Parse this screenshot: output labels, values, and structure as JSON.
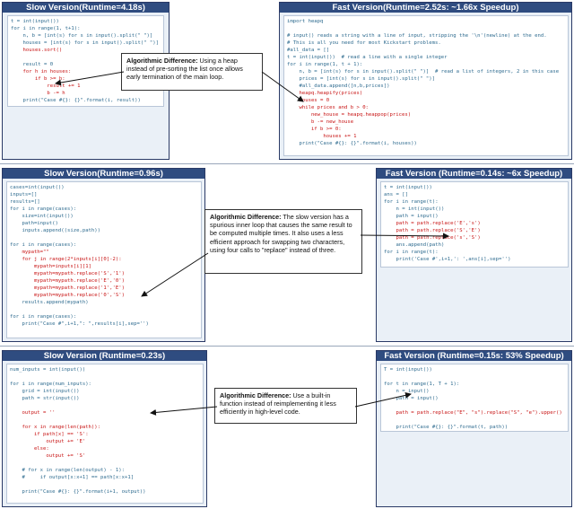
{
  "row1": {
    "slow": {
      "title": "Slow Version(Runtime=4.18s)",
      "lines": [
        {
          "t": "t = int(input())",
          "h": false
        },
        {
          "t": "for i in range(1, t+1):",
          "h": false
        },
        {
          "t": "    n, b = [int(s) for s in input().split(\" \")]",
          "h": false
        },
        {
          "t": "    houses = [int(s) for s in input().split(\" \")]",
          "h": false
        },
        {
          "t": "    houses.sort()",
          "h": true
        },
        {
          "t": "",
          "h": false
        },
        {
          "t": "    result = 0",
          "h": false
        },
        {
          "t": "    for h in houses:",
          "h": true
        },
        {
          "t": "        if b >= h:",
          "h": true
        },
        {
          "t": "            result += 1",
          "h": true
        },
        {
          "t": "            b -= h",
          "h": true
        },
        {
          "t": "    print(\"Case #{}: {}\".format(i, result))",
          "h": false
        }
      ]
    },
    "fast": {
      "title": "Fast Version(Runtime=2.52s: ~1.66x Speedup)",
      "lines": [
        {
          "t": "import heapq",
          "h": false
        },
        {
          "t": "",
          "h": false
        },
        {
          "t": "# input() reads a string with a line of input, stripping the '\\n'(newline) at the end.",
          "h": false
        },
        {
          "t": "# This is all you need for most Kickstart problems.",
          "h": false
        },
        {
          "t": "#all_data = []",
          "h": false
        },
        {
          "t": "t = int(input())  # read a line with a single integer",
          "h": false
        },
        {
          "t": "for i in range(1, t + 1):",
          "h": false
        },
        {
          "t": "    n, b = [int(s) for s in input().split(\" \")]  # read a list of integers, 2 in this case",
          "h": false
        },
        {
          "t": "    prices = [int(s) for s in input().split(\" \")]",
          "h": false
        },
        {
          "t": "    #all_data.append([n,b,prices])",
          "h": false
        },
        {
          "t": "    heapq.heapify(prices)",
          "h": true
        },
        {
          "t": "    houses = 0",
          "h": true
        },
        {
          "t": "    while prices and b > 0:",
          "h": true
        },
        {
          "t": "        new_house = heapq.heappop(prices)",
          "h": true
        },
        {
          "t": "        b -= new_house",
          "h": true
        },
        {
          "t": "        if b >= 0:",
          "h": true
        },
        {
          "t": "            houses += 1",
          "h": true
        },
        {
          "t": "    print(\"Case #{}: {}\".format(i, houses))",
          "h": false
        }
      ]
    },
    "note_label": "Algorithmic Difference:",
    "note_text": " Using a heap instead of pre-sorting the list once allows early termination of the main loop."
  },
  "row2": {
    "slow": {
      "title": "Slow Version(Runtime=0.96s)",
      "lines": [
        {
          "t": "cases=int(input())",
          "h": false
        },
        {
          "t": "inputs=[]",
          "h": false
        },
        {
          "t": "results=[]",
          "h": false
        },
        {
          "t": "for i in range(cases):",
          "h": false
        },
        {
          "t": "    size=int(input())",
          "h": false
        },
        {
          "t": "    path=input()",
          "h": false
        },
        {
          "t": "    inputs.append((size,path))",
          "h": false
        },
        {
          "t": "",
          "h": false
        },
        {
          "t": "for i in range(cases):",
          "h": false
        },
        {
          "t": "    mypath=\"\"",
          "h": true
        },
        {
          "t": "    for j in range(2*inputs[i][0]-2):",
          "h": true
        },
        {
          "t": "        mypath=inputs[i][1]",
          "h": true
        },
        {
          "t": "        mypath=mypath.replace('S','1')",
          "h": true
        },
        {
          "t": "        mypath=mypath.replace('E','0')",
          "h": true
        },
        {
          "t": "        mypath=mypath.replace('1','E')",
          "h": true
        },
        {
          "t": "        mypath=mypath.replace('0','S')",
          "h": true
        },
        {
          "t": "    results.append(mypath)",
          "h": false
        },
        {
          "t": "",
          "h": false
        },
        {
          "t": "for i in range(cases):",
          "h": false
        },
        {
          "t": "    print(\"Case #\",i+1,\": \",results[i],sep='')",
          "h": false
        }
      ]
    },
    "fast": {
      "title": "Fast Version (Runtime=0.14s: ~6x Speedup)",
      "lines": [
        {
          "t": "t = int(input())",
          "h": false
        },
        {
          "t": "ans = []",
          "h": false
        },
        {
          "t": "for i in range(t):",
          "h": false
        },
        {
          "t": "    n = int(input())",
          "h": false
        },
        {
          "t": "    path = input()",
          "h": false
        },
        {
          "t": "    path = path.replace('E','s')",
          "h": true
        },
        {
          "t": "    path = path.replace('S','E')",
          "h": true
        },
        {
          "t": "    path = path.replace('s','S')",
          "h": true
        },
        {
          "t": "    ans.append(path)",
          "h": false
        },
        {
          "t": "for i in range(t):",
          "h": false
        },
        {
          "t": "    print('Case #',i+1,': ',ans[i],sep='')",
          "h": false
        }
      ]
    },
    "note_label": "Algorithmic Difference:",
    "note_text": " The slow version has a spurious inner loop that causes the same result to be computed multiple times. It also uses a less efficient approach for swapping two characters, using four calls to \"replace\" instead of three."
  },
  "row3": {
    "slow": {
      "title": "Slow Version (Runtime=0.23s)",
      "lines": [
        {
          "t": "num_inputs = int(input())",
          "h": false
        },
        {
          "t": "",
          "h": false
        },
        {
          "t": "for i in range(num_inputs):",
          "h": false
        },
        {
          "t": "    grid = int(input())",
          "h": false
        },
        {
          "t": "    path = str(input())",
          "h": false
        },
        {
          "t": "",
          "h": false
        },
        {
          "t": "    output = ''",
          "h": true
        },
        {
          "t": "",
          "h": false
        },
        {
          "t": "    for x in range(len(path)):",
          "h": true
        },
        {
          "t": "        if path[x] == 'S':",
          "h": true
        },
        {
          "t": "            output += 'E'",
          "h": true
        },
        {
          "t": "        else:",
          "h": true
        },
        {
          "t": "            output += 'S'",
          "h": true
        },
        {
          "t": "",
          "h": false
        },
        {
          "t": "    # for x in range(len(output) - 1):",
          "h": false
        },
        {
          "t": "    #     if output[x:x+1] == path[x:x+1]",
          "h": false
        },
        {
          "t": "",
          "h": false
        },
        {
          "t": "    print(\"Case #{}: {}\".format(i+1, output))",
          "h": false
        }
      ]
    },
    "fast": {
      "title": "Fast Version (Runtime=0.15s: 53% Speedup)",
      "lines": [
        {
          "t": "T = int(input())",
          "h": false
        },
        {
          "t": "",
          "h": false
        },
        {
          "t": "for t in range(1, T + 1):",
          "h": false
        },
        {
          "t": "    n = input()",
          "h": false
        },
        {
          "t": "    path = input()",
          "h": false
        },
        {
          "t": "",
          "h": false
        },
        {
          "t": "    path = path.replace(\"E\", \"s\").replace(\"S\", \"e\").upper()",
          "h": true
        },
        {
          "t": "",
          "h": false
        },
        {
          "t": "    print(\"Case #{}: {}\".format(t, path))",
          "h": false
        }
      ]
    },
    "note_label": "Algorithmic Difference:",
    "note_text": " Use a built-in function instead of reimplementing it less efficiently in high-level code."
  }
}
